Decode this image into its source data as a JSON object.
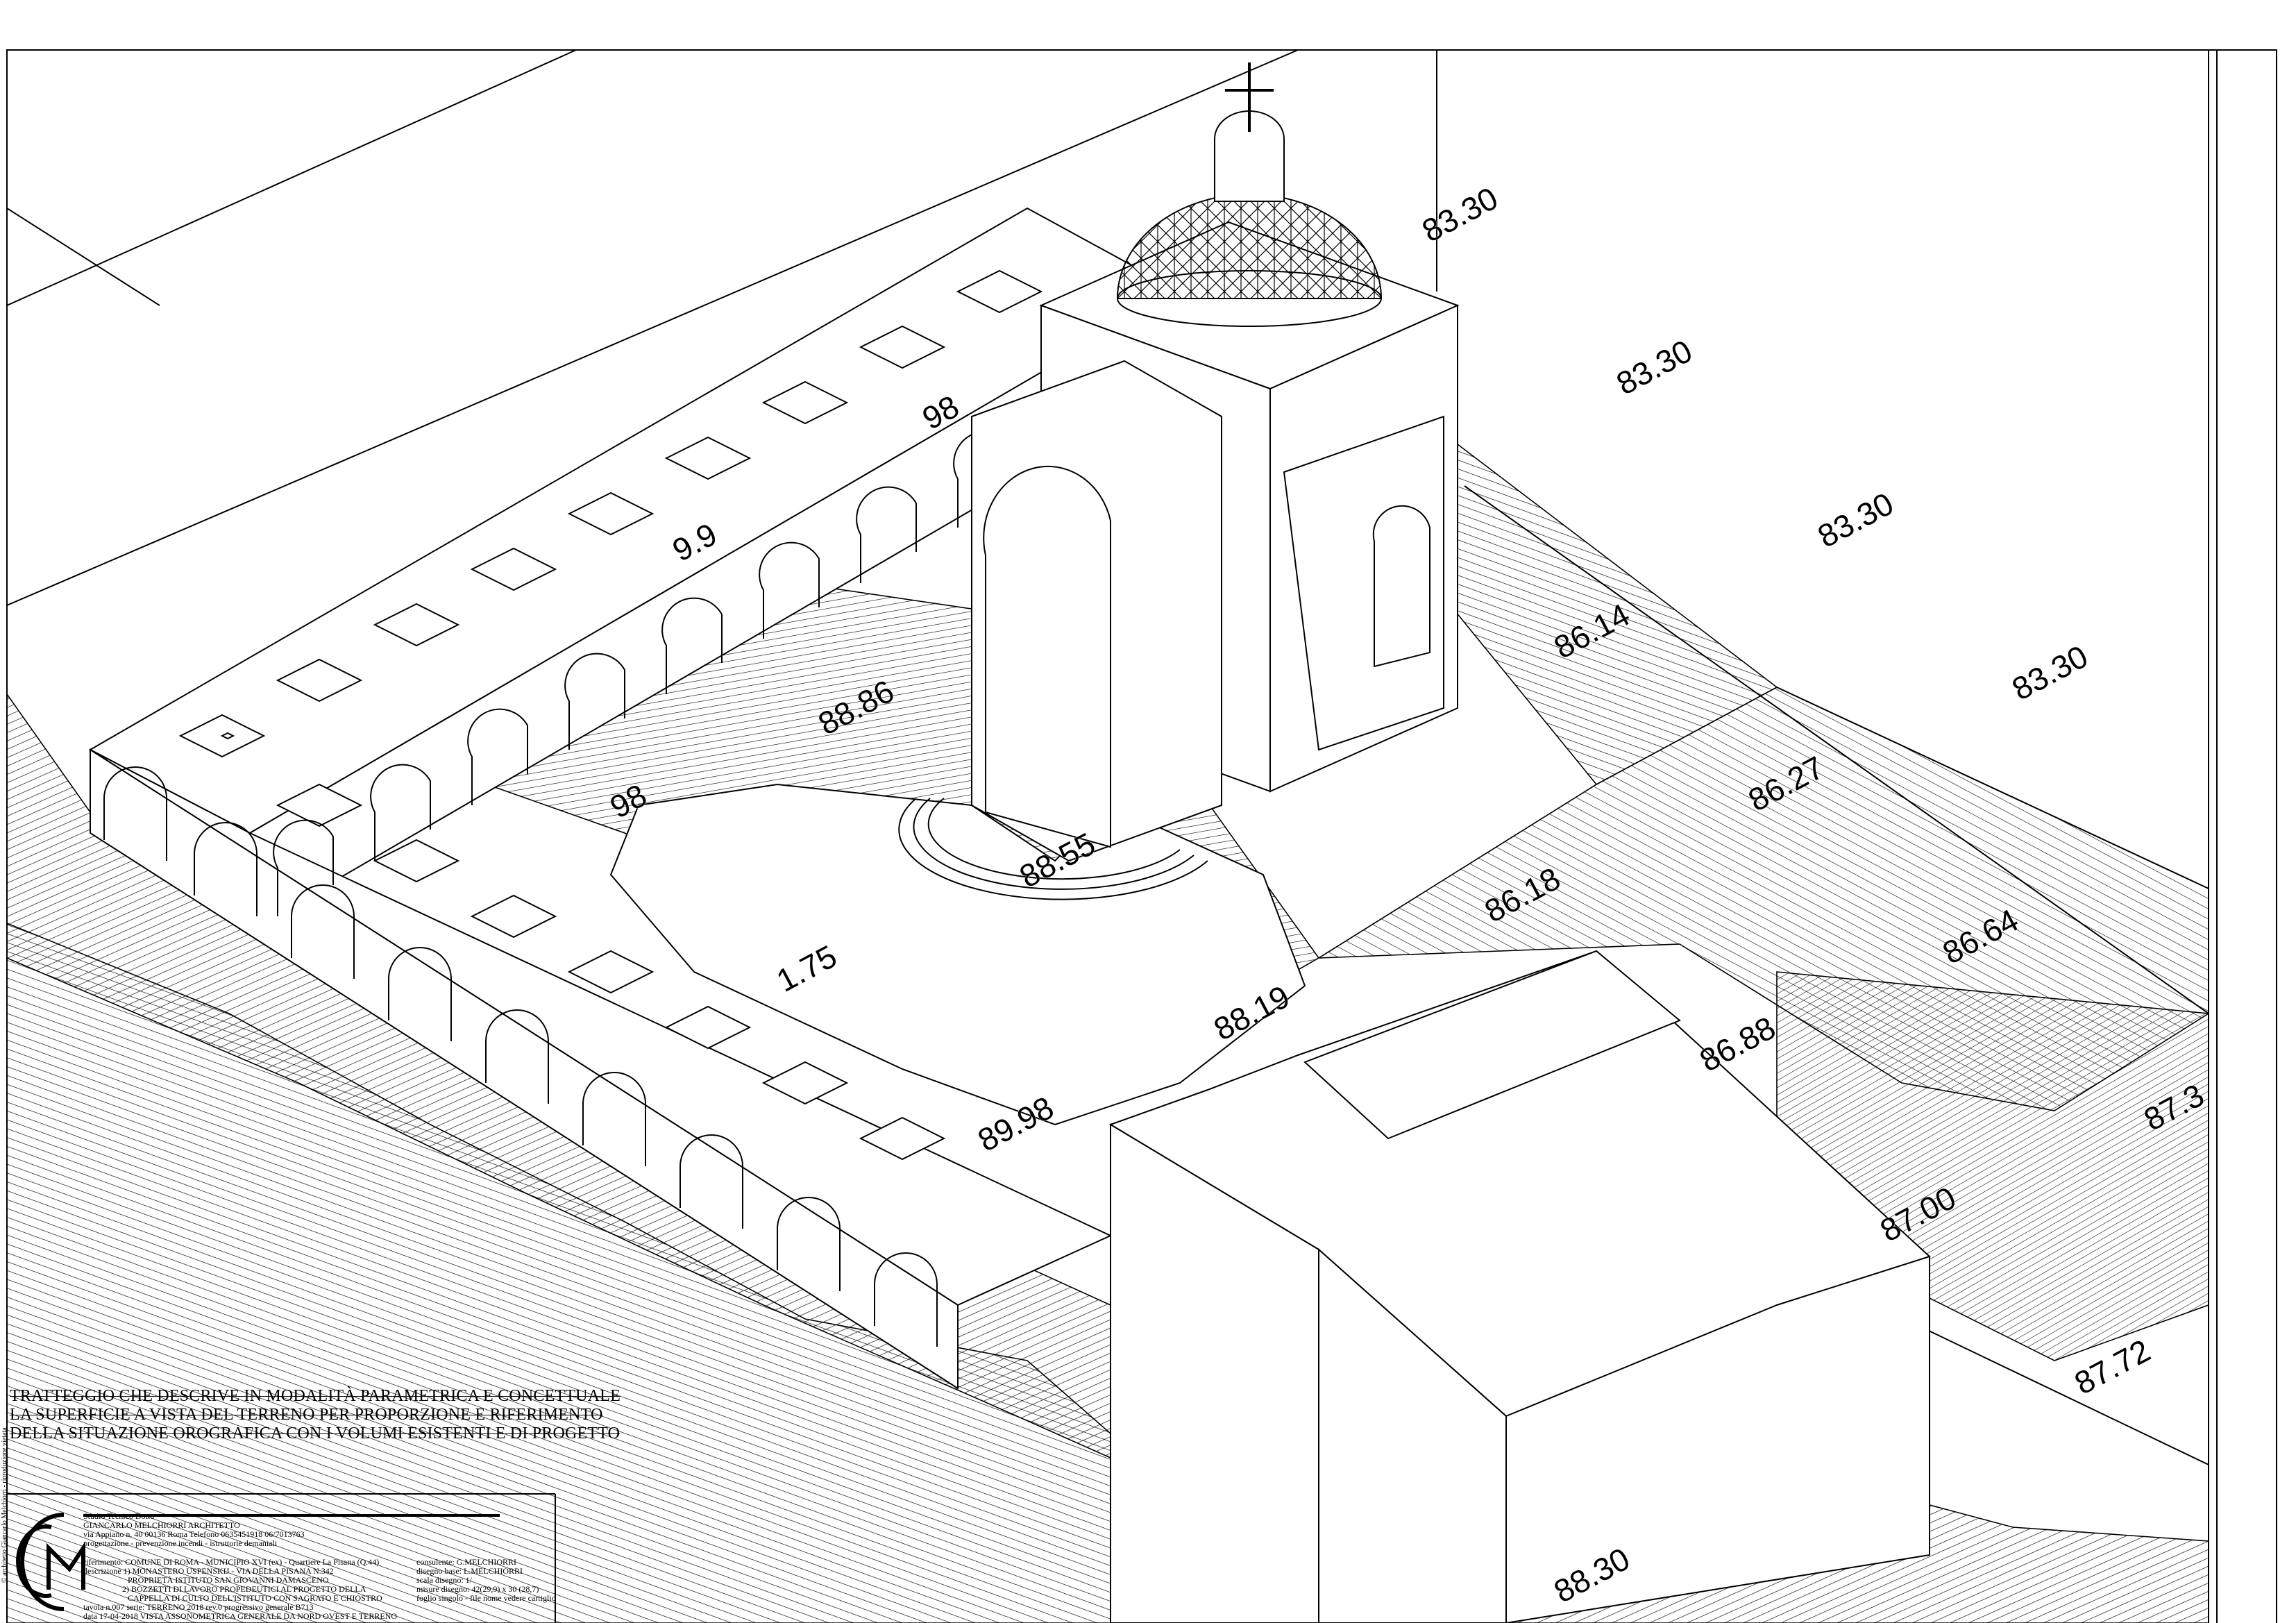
{
  "drawing": {
    "elevation_labels": [
      "83.30",
      "83.30",
      "83.30",
      "83.30",
      "86.14",
      "88.86",
      "88.55",
      "86.27",
      "86.18",
      "86.64",
      "88.19",
      "86.88",
      "87.00",
      "87.72",
      "87.3",
      "89.98",
      "1.75",
      "98",
      "9.9",
      "98",
      "88.30"
    ],
    "parametric_note": [
      "TRATTEGGIO CHE DESCRIVE IN MODALITÀ PARAMETRICA E  CONCETTUALE",
      "LA SUPERFICIE A VISTA DEL TERRENO PER PROPORZIONE E RIFERIMENTO",
      "DELLA SITUAZIONE OROGRAFICA CON I VOLUMI ESISTENTI E DI PROGETTO"
    ],
    "side_text": "© architetto Giancarlo Melchiorri - riproduzione vietata",
    "colors": {
      "ink": "#000000",
      "paper": "#ffffff"
    }
  },
  "title_block": {
    "logo": "GM-studio-logo",
    "studio": [
      "Studio Tecnico Dotto",
      "GIANCARLO MELCHIORRI ARCHITETTO",
      "via Appiano n. 40   00136 Roma   Telefono 0635451918 06/7013763",
      "progettazione   -   prevenzione incendi   -   istruttorie demaniali"
    ],
    "reference": [
      "riferimento: COMUNE DI ROMA - MUNICIPIO XVI (ex) - Quartiere La Pisana (Q.44)",
      "descrizione 1) MONASTERO USPENSKIJ - VIA DELLA PISANA N.342",
      "PROPRIETÀ ISTITUTO SAN GIOVANNI DAMASCENO",
      "2) BOZZETTI DI LAVORO PROPEDEUTICI AL PROGETTO DELLA",
      "CAPPELLA DI CULTO DELL'ISTITUTO CON SAGRATO E CHIOSTRO",
      "tavola n.007  serie: TERRENO 2018 rev.0        progressivo generale B713",
      "data 17-04-2018      VISTA ASSONOMETRICA GENERALE DA NORD OVEST E TERRENO"
    ],
    "consultant": [
      "consulente: G.MELCHIORRI",
      "disegno base: L.MELCHIORRI",
      "scala disegno: 1/",
      "misure disegno: 42(29,9) x 30 (28,7)",
      "foglio singolo - file nome vedere cartiglio"
    ]
  }
}
